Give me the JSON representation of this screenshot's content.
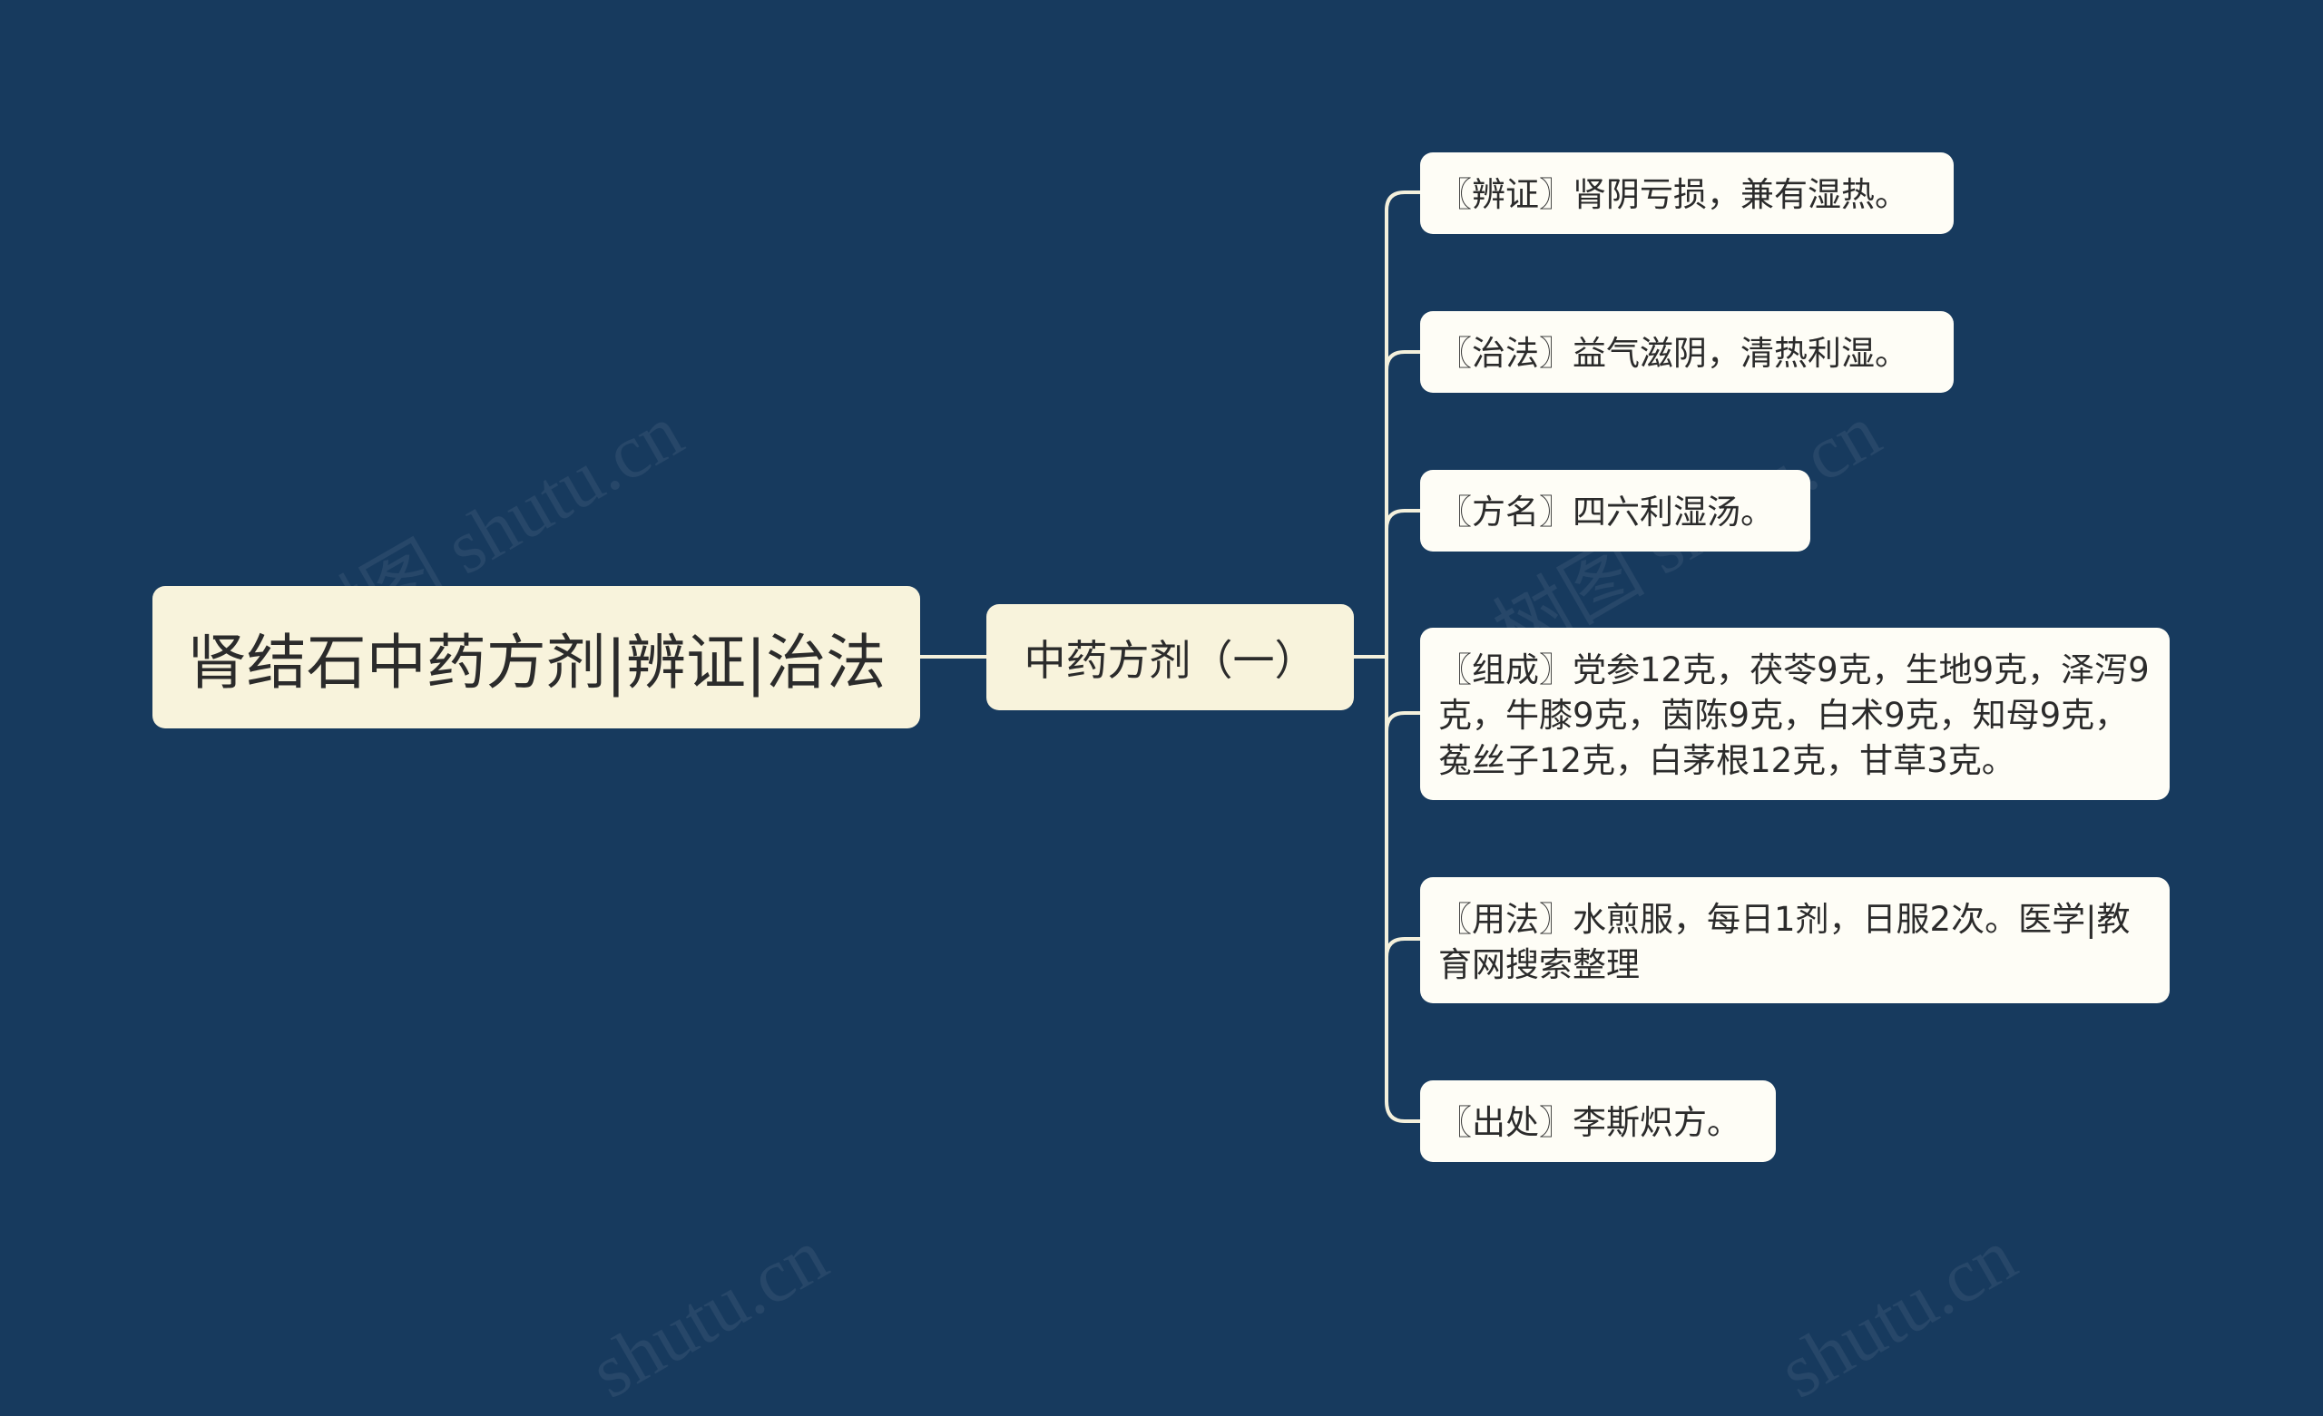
{
  "colors": {
    "background": "#173a5e",
    "root_node": "#f8f3dc",
    "mid_node": "#f8f3dc",
    "leaf_node": "#fefdf6",
    "connector": "#f4f0dc",
    "text": "#2b2b2b"
  },
  "mindmap": {
    "root": "肾结石中药方剂|辨证|治法",
    "branch": "中药方剂（一）",
    "leaves": [
      "〖辨证〗肾阴亏损，兼有湿热。",
      "〖治法〗益气滋阴，清热利湿。",
      "〖方名〗四六利湿汤。",
      "〖组成〗党参12克，茯苓9克，生地9克，泽泻9克，牛膝9克，茵陈9克，白术9克，知母9克，菟丝子12克，白茅根12克，甘草3克。",
      "〖用法〗水煎服，每日1剂，日服2次。医学|教育网搜索整理",
      "〖出处〗李斯炽方。"
    ]
  },
  "watermarks": [
    "树图 shutu.cn",
    "树图 shutu.cn",
    "shutu.cn",
    "shutu.cn"
  ]
}
